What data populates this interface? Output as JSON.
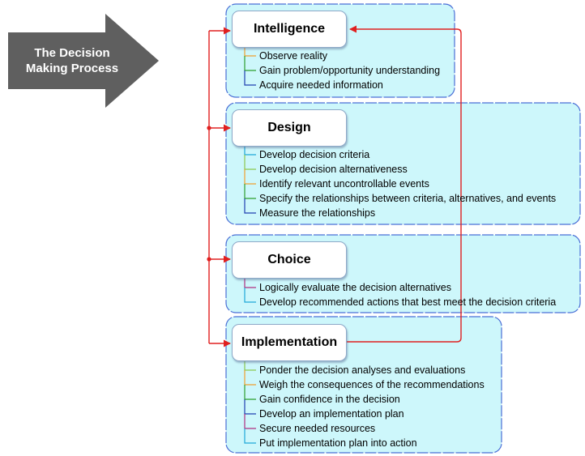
{
  "arrow": {
    "line1": "The Decision",
    "line2": "Making Process"
  },
  "stages": [
    {
      "id": "intelligence",
      "title": "Intelligence",
      "items": [
        {
          "text": "Observe reality",
          "color": "#f0a030"
        },
        {
          "text": "Gain problem/opportunity understanding",
          "color": "#2e9e2e"
        },
        {
          "text": "Acquire needed information",
          "color": "#2040b0"
        }
      ]
    },
    {
      "id": "design",
      "title": "Design",
      "items": [
        {
          "text": "Develop decision criteria",
          "color": "#20a8d8"
        },
        {
          "text": "Develop decision alternativeness",
          "color": "#8cc850"
        },
        {
          "text": "Identify relevant uncontrollable events",
          "color": "#f0a030"
        },
        {
          "text": "Specify the relationships between  criteria, alternatives, and events",
          "color": "#2e9e2e"
        },
        {
          "text": "Measure the relationships",
          "color": "#2040b0"
        }
      ]
    },
    {
      "id": "choice",
      "title": "Choice",
      "items": [
        {
          "text": "Logically evaluate the decision alternatives",
          "color": "#b03080"
        },
        {
          "text": "Develop recommended actions that best meet the decision criteria",
          "color": "#20a8d8"
        }
      ]
    },
    {
      "id": "implementation",
      "title": "Implementation",
      "items": [
        {
          "text": "Ponder the decision analyses and evaluations",
          "color": "#8cc850"
        },
        {
          "text": "Weigh the consequences of the recommendations",
          "color": "#f0a030"
        },
        {
          "text": "Gain confidence in the decision",
          "color": "#2e9e2e"
        },
        {
          "text": "Develop an implementation plan",
          "color": "#2040b0"
        },
        {
          "text": "Secure needed resources",
          "color": "#b03080"
        },
        {
          "text": "Put implementation plan into action",
          "color": "#20a8d8"
        }
      ]
    }
  ],
  "colors": {
    "cloud_fill": "#cdf7fb",
    "cloud_stroke": "#4a6fd6",
    "connector": "#e02020",
    "arrow_fill": "#5f5f5f"
  }
}
